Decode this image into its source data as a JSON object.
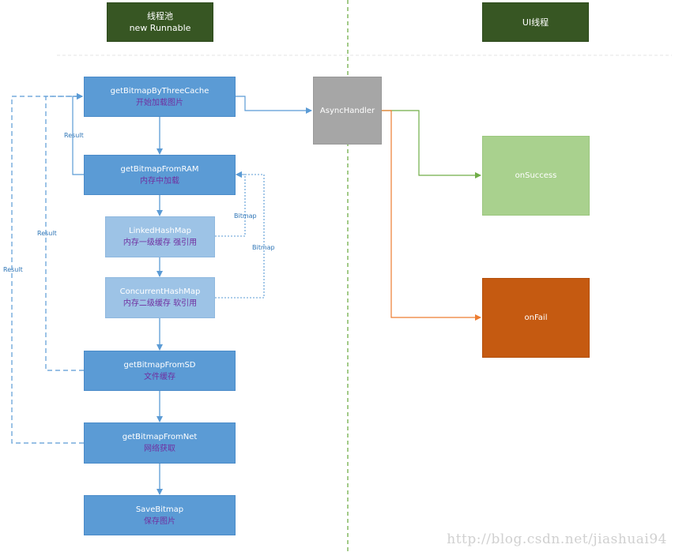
{
  "lanes": {
    "thread_pool": {
      "title": "线程池",
      "subtitle": "new Runnable"
    },
    "ui_thread": {
      "title": "UI线程"
    }
  },
  "nodes": {
    "three_cache": {
      "label": "getBitmapByThreeCache",
      "sublabel": "开始加载图片"
    },
    "from_ram": {
      "label": "getBitmapFromRAM",
      "sublabel": "内存中加载"
    },
    "linked_hash_map": {
      "label": "LinkedHashMap",
      "sublabel": "内存一级缓存 强引用"
    },
    "concurrent_hash_map": {
      "label": "ConcurrentHashMap",
      "sublabel": "内存二级缓存 软引用"
    },
    "from_sd": {
      "label": "getBitmapFromSD",
      "sublabel": "文件缓存"
    },
    "from_net": {
      "label": "getBitmapFromNet",
      "sublabel": "网络获取"
    },
    "save_bitmap": {
      "label": "SaveBitmap",
      "sublabel": "保存图片"
    },
    "async_handler": {
      "label": "AsyncHandler"
    },
    "on_success": {
      "label": "onSuccess"
    },
    "on_fail": {
      "label": "onFail"
    }
  },
  "edge_labels": {
    "result_ram": "Result",
    "result_sd": "Result",
    "result_net": "Result",
    "bitmap_linked": "Bitmap",
    "bitmap_concurrent": "Bitmap"
  },
  "colors": {
    "lane_header": "#375623",
    "process_dark": "#5b9bd5",
    "process_light": "#9dc3e6",
    "chinese_text": "#7030a0",
    "handler": "#a6a6a6",
    "success": "#a9d18e",
    "fail": "#c55a11",
    "connector": "#5b9bd5",
    "lane_divider": "#70ad47"
  },
  "watermark": "http://blog.csdn.net/jiashuai94"
}
